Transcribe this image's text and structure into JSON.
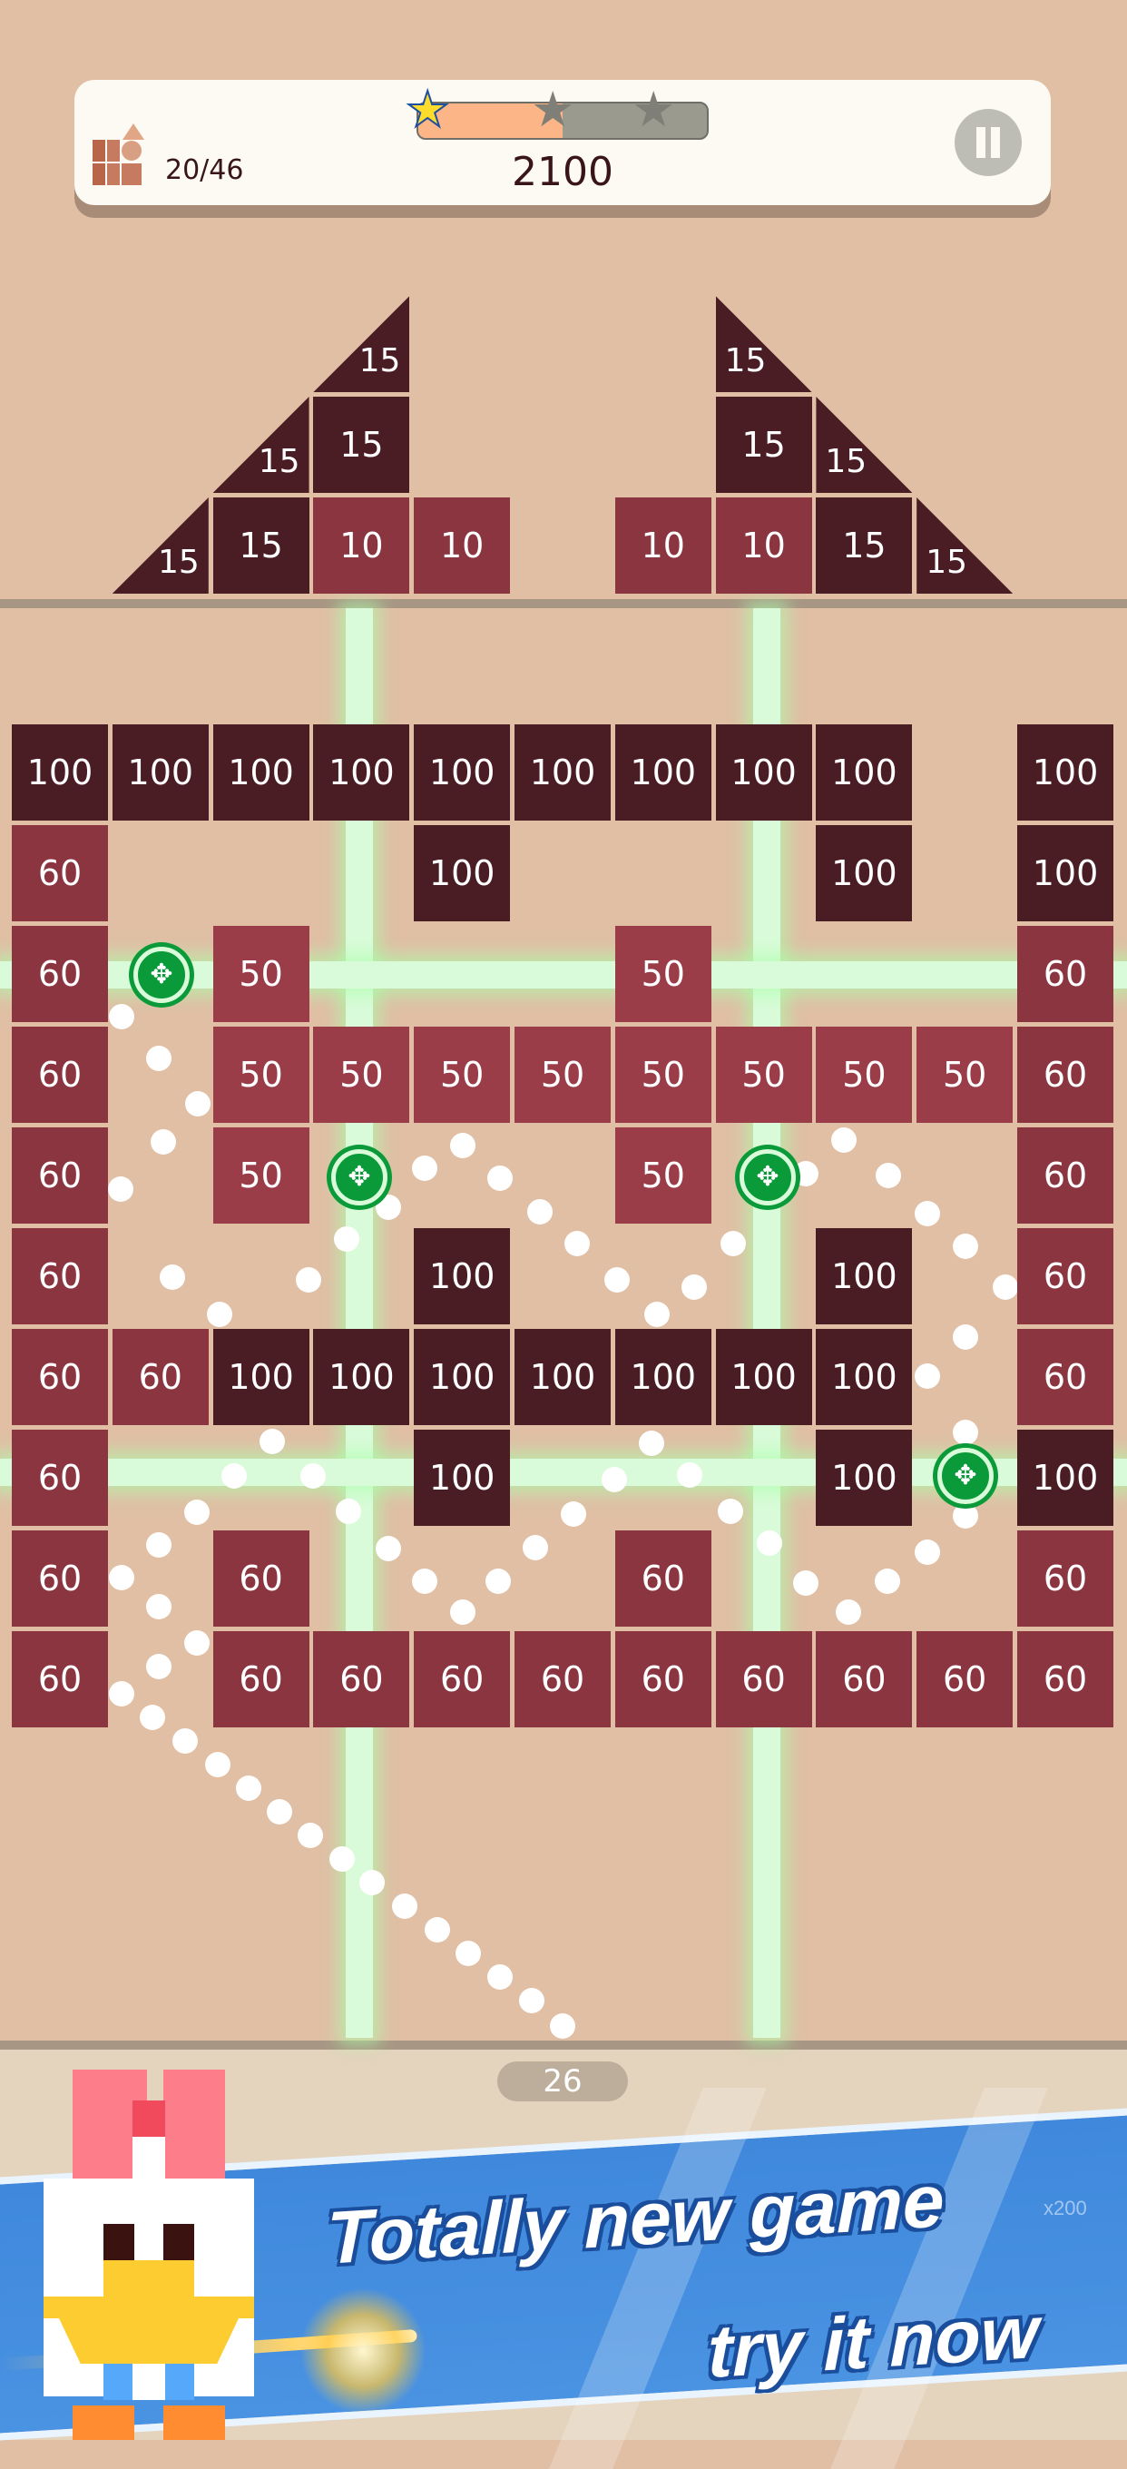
{
  "header": {
    "level_progress": "20/46",
    "score": "2100",
    "star_progress_percent": 50,
    "stars_earned": 1,
    "stars_total": 3
  },
  "top_blocks": [
    {
      "row": 0,
      "col": 3,
      "value": "15",
      "shape": "tri-left"
    },
    {
      "row": 1,
      "col": 2,
      "value": "15",
      "shape": "tri-left"
    },
    {
      "row": 1,
      "col": 3,
      "value": "15",
      "shape": "square"
    },
    {
      "row": 2,
      "col": 1,
      "value": "15",
      "shape": "tri-left"
    },
    {
      "row": 2,
      "col": 2,
      "value": "15",
      "shape": "square"
    },
    {
      "row": 2,
      "col": 3,
      "value": "10",
      "shape": "square"
    },
    {
      "row": 2,
      "col": 4,
      "value": "10",
      "shape": "square"
    },
    {
      "row": 0,
      "col": 7,
      "value": "15",
      "shape": "tri-right"
    },
    {
      "row": 1,
      "col": 7,
      "value": "15",
      "shape": "square"
    },
    {
      "row": 1,
      "col": 8,
      "value": "15",
      "shape": "tri-right"
    },
    {
      "row": 2,
      "col": 6,
      "value": "10",
      "shape": "square"
    },
    {
      "row": 2,
      "col": 7,
      "value": "10",
      "shape": "square"
    },
    {
      "row": 2,
      "col": 8,
      "value": "15",
      "shape": "square"
    },
    {
      "row": 2,
      "col": 9,
      "value": "15",
      "shape": "tri-right"
    }
  ],
  "grid": [
    [
      "100",
      "100",
      "100",
      "100",
      "100",
      "100",
      "100",
      "100",
      "100",
      "",
      "100"
    ],
    [
      "60",
      "",
      "",
      "",
      "100",
      "",
      "",
      "",
      "100",
      "",
      "100"
    ],
    [
      "60",
      "",
      "50",
      "",
      "",
      "",
      "50",
      "",
      "",
      "",
      "60"
    ],
    [
      "60",
      "",
      "50",
      "50",
      "50",
      "50",
      "50",
      "50",
      "50",
      "50",
      "60"
    ],
    [
      "60",
      "",
      "50",
      "",
      "",
      "",
      "50",
      "",
      "",
      "",
      "60"
    ],
    [
      "60",
      "",
      "",
      "",
      "100",
      "",
      "",
      "",
      "100",
      "",
      "60"
    ],
    [
      "60",
      "60",
      "100",
      "100",
      "100",
      "100",
      "100",
      "100",
      "100",
      "",
      "60"
    ],
    [
      "60",
      "",
      "",
      "",
      "100",
      "",
      "",
      "",
      "100",
      "",
      "100"
    ],
    [
      "60",
      "",
      "60",
      "",
      "",
      "",
      "60",
      "",
      "",
      "",
      "60"
    ],
    [
      "60",
      "",
      "60",
      "60",
      "60",
      "60",
      "60",
      "60",
      "60",
      "60",
      "60"
    ]
  ],
  "ball_count": "26",
  "ad": {
    "line1": "Totally new game",
    "line2": "try it now",
    "badge": "x200"
  },
  "colors": {
    "dark_block": "#4a1c24",
    "red_block": "#8b3540",
    "light_red_block": "#9a3d49",
    "laser": "#d9fbd9",
    "target": "#0a9a3a"
  }
}
